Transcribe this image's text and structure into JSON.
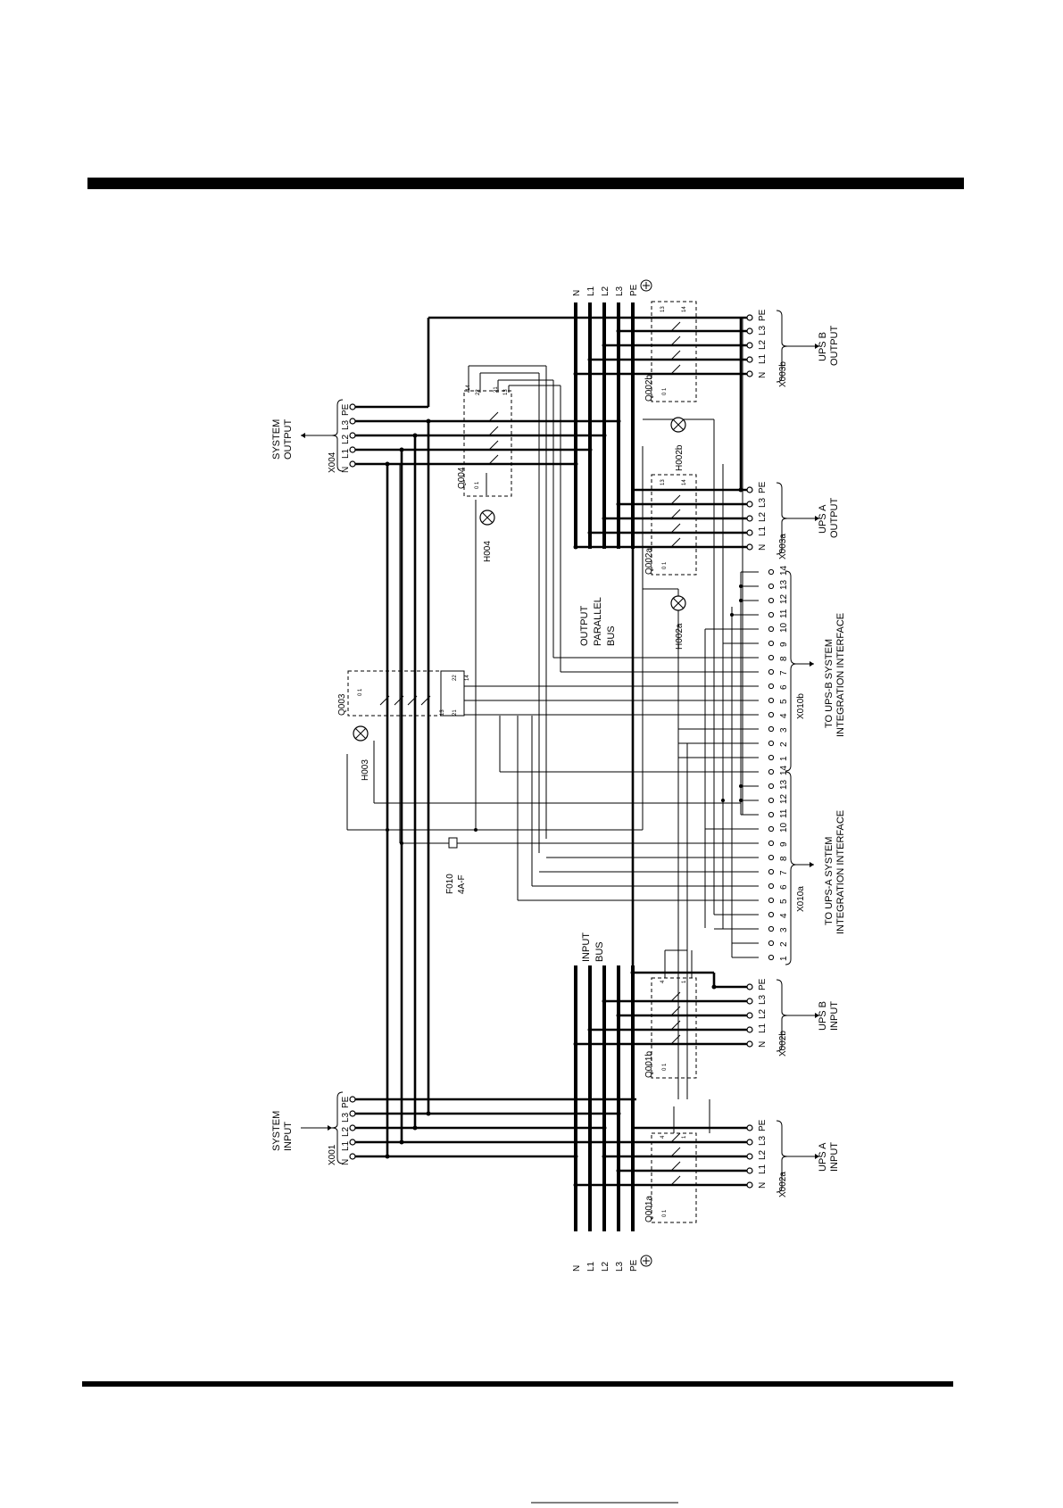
{
  "connectors": {
    "x001": {
      "id": "X001",
      "title": [
        "SYSTEM",
        "INPUT"
      ],
      "pins": [
        "N",
        "L1",
        "L2",
        "L3",
        "PE"
      ]
    },
    "x004": {
      "id": "X004",
      "title": [
        "SYSTEM",
        "OUTPUT"
      ],
      "pins": [
        "N",
        "L1",
        "L2",
        "L3",
        "PE"
      ]
    },
    "x002a": {
      "id": "X002a",
      "title": [
        "UPS A",
        "INPUT"
      ],
      "pins": [
        "N",
        "L1",
        "L2",
        "L3",
        "PE"
      ]
    },
    "x002b": {
      "id": "X002b",
      "title": [
        "UPS B",
        "INPUT"
      ],
      "pins": [
        "N",
        "L1",
        "L2",
        "L3",
        "PE"
      ]
    },
    "x003a": {
      "id": "X003a",
      "title": [
        "UPS A",
        "OUTPUT"
      ],
      "pins": [
        "N",
        "L1",
        "L2",
        "L3",
        "PE"
      ]
    },
    "x003b": {
      "id": "X003b",
      "title": [
        "UPS B",
        "OUTPUT"
      ],
      "pins": [
        "N",
        "L1",
        "L2",
        "L3",
        "PE"
      ]
    },
    "x010a": {
      "id": "X010a",
      "title": [
        "TO UPS-A SYSTEM",
        "INTEGRATION INTERFACE"
      ],
      "pins": [
        "1",
        "2",
        "3",
        "4",
        "5",
        "6",
        "7",
        "8",
        "9",
        "10",
        "11",
        "12",
        "13",
        "14"
      ]
    },
    "x010b": {
      "id": "X010b",
      "title": [
        "TO UPS-B SYSTEM",
        "INTEGRATION INTERFACE"
      ],
      "pins": [
        "1",
        "2",
        "3",
        "4",
        "5",
        "6",
        "7",
        "8",
        "9",
        "10",
        "11",
        "12",
        "13",
        "14"
      ]
    }
  },
  "buses": {
    "input": {
      "title": [
        "INPUT",
        "BUS"
      ],
      "lines": [
        "N",
        "L1",
        "L2",
        "L3",
        "PE"
      ]
    },
    "output": {
      "title": [
        "OUTPUT",
        "PARALLEL",
        "BUS"
      ],
      "lines": [
        "N",
        "L1",
        "L2",
        "L3",
        "PE"
      ]
    }
  },
  "switches": {
    "q001a": {
      "id": "Q001a",
      "pos": "0 1",
      "aux": [
        "4",
        "1"
      ]
    },
    "q001b": {
      "id": "Q001b",
      "pos": "0 1",
      "aux": [
        "4",
        "1"
      ]
    },
    "q002a": {
      "id": "Q002a",
      "pos": "0 1",
      "aux": [
        "13",
        "14"
      ]
    },
    "q002b": {
      "id": "Q002b",
      "pos": "0 1",
      "aux": [
        "13",
        "14"
      ]
    },
    "q003": {
      "id": "Q003",
      "pos": "0 1",
      "aux": [
        "13",
        "21",
        "22",
        "14"
      ]
    },
    "q004": {
      "id": "Q004",
      "pos": "0 1",
      "aux": [
        "14",
        "22",
        "21",
        "13"
      ]
    }
  },
  "lamps": {
    "h002a": "H002a",
    "h002b": "H002b",
    "h003": "H003",
    "h004": "H004"
  },
  "fuse": {
    "id": "F010",
    "rating": "4A-F"
  }
}
